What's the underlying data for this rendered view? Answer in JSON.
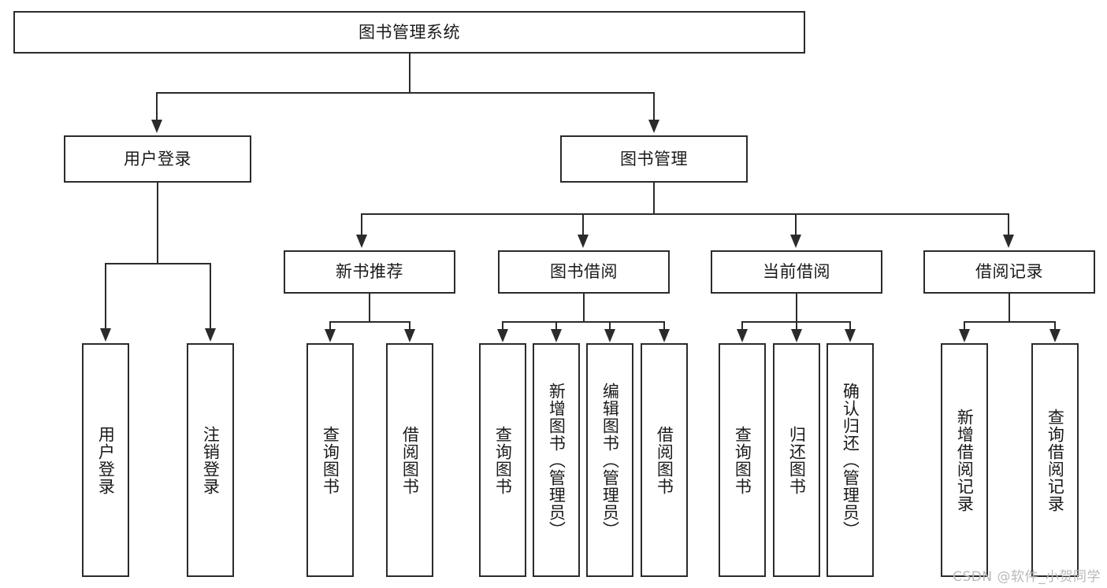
{
  "diagram": {
    "title": "图书管理系统",
    "type": "hierarchy-tree",
    "root": {
      "id": "root",
      "label": "图书管理系统"
    },
    "level1": [
      {
        "id": "user-login",
        "label": "用户登录"
      },
      {
        "id": "book-manage",
        "label": "图书管理"
      }
    ],
    "level2": [
      {
        "id": "new-book-recommend",
        "label": "新书推荐"
      },
      {
        "id": "book-borrow",
        "label": "图书借阅"
      },
      {
        "id": "current-borrow",
        "label": "当前借阅"
      },
      {
        "id": "borrow-record",
        "label": "借阅记录"
      }
    ],
    "leaves": {
      "user_login": [
        {
          "id": "leaf-user-login",
          "label": "用户登录"
        },
        {
          "id": "leaf-logout",
          "label": "注销登录"
        }
      ],
      "new_book_recommend": [
        {
          "id": "leaf-query-book-1",
          "label": "查询图书"
        },
        {
          "id": "leaf-borrow-book-1",
          "label": "借阅图书"
        }
      ],
      "book_borrow": [
        {
          "id": "leaf-query-book-2",
          "label": "查询图书"
        },
        {
          "id": "leaf-add-book",
          "label": "新增图书（管理员）"
        },
        {
          "id": "leaf-edit-book",
          "label": "编辑图书（管理员）"
        },
        {
          "id": "leaf-borrow-book-2",
          "label": "借阅图书"
        }
      ],
      "current_borrow": [
        {
          "id": "leaf-query-book-3",
          "label": "查询图书"
        },
        {
          "id": "leaf-return-book",
          "label": "归还图书"
        },
        {
          "id": "leaf-confirm-return",
          "label": "确认归还（管理员）"
        }
      ],
      "borrow_record": [
        {
          "id": "leaf-add-record",
          "label": "新增借阅记录"
        },
        {
          "id": "leaf-query-record",
          "label": "查询借阅记录"
        }
      ]
    },
    "colors": {
      "stroke": "#2b2b2b",
      "fill": "#ffffff",
      "text": "#1a1a1a",
      "watermark": "#b9b9b9"
    }
  },
  "watermark": {
    "text": "CSDN @软件_小贺同学"
  }
}
